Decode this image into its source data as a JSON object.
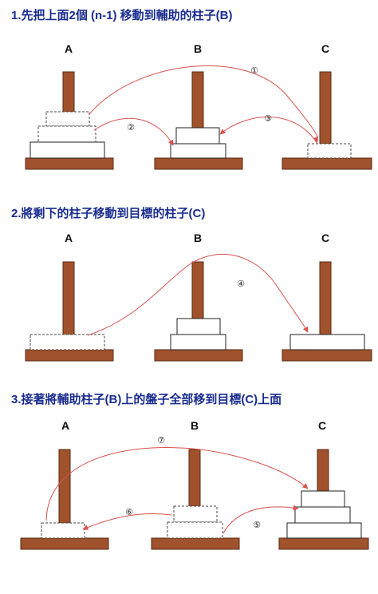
{
  "colors": {
    "title": "#1a2d8f",
    "peg": "#a0522d",
    "peg_outline": "#5a2a10",
    "disk_fill": "#ffffff",
    "disk_outline": "#222222",
    "arrow": "#d9534f"
  },
  "steps": [
    {
      "title": "1.先把上面2個 (n-1) 移動到輔助的柱子(B)",
      "pegs": [
        "A",
        "B",
        "C"
      ],
      "moves": [
        "①",
        "②",
        "③"
      ]
    },
    {
      "title": "2.將剩下的柱子移動到目標的柱子(C)",
      "pegs": [
        "A",
        "B",
        "C"
      ],
      "moves": [
        "④"
      ]
    },
    {
      "title": "3.接著將輔助柱子(B)上的盤子全部移到目標(C)上面",
      "pegs": [
        "A",
        "B",
        "C"
      ],
      "moves": [
        "⑤",
        "⑥",
        "⑦"
      ]
    }
  ]
}
